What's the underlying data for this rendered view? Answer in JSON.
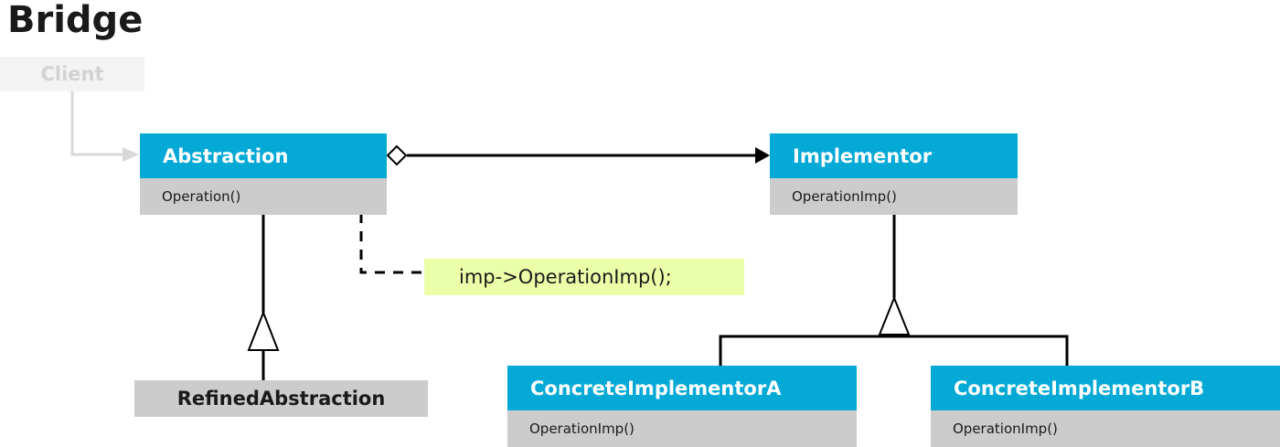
{
  "title": "Bridge",
  "client": {
    "label": "Client"
  },
  "abstraction": {
    "name": "Abstraction",
    "operation": "Operation()"
  },
  "implementor": {
    "name": "Implementor",
    "operation": "OperationImp()"
  },
  "refined_abstraction": {
    "name": "RefinedAbstraction"
  },
  "concrete_a": {
    "name": "ConcreteImplementorA",
    "operation": "OperationImp()"
  },
  "concrete_b": {
    "name": "ConcreteImplementorB",
    "operation": "OperationImp()"
  },
  "note": {
    "text": "imp->OperationImp();"
  },
  "colors": {
    "class_header": "#04a9d6",
    "class_body": "#cccccc",
    "note_background": "#ebffa8",
    "client_faded": "#f3f3f3",
    "line": "#000000"
  }
}
